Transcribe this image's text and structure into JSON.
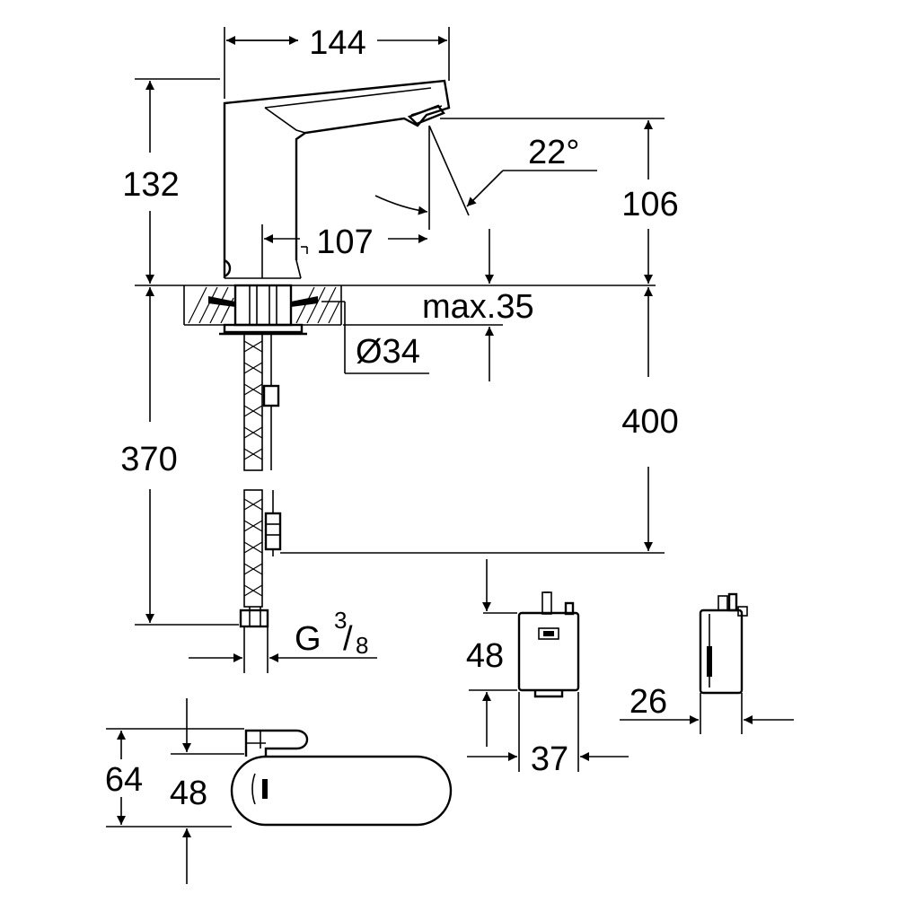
{
  "dimensions": {
    "width_144": "144",
    "height_132": "132",
    "angle_22": "22°",
    "height_106": "106",
    "reach_107": "107",
    "max_35": "max.35",
    "diameter_34": "Ø34",
    "length_400": "400",
    "length_370": "370",
    "thread_g": "G",
    "thread_fraction_num": "3",
    "thread_fraction_den": "8",
    "box_height_48": "48",
    "box_width_37": "37",
    "box_depth_26": "26",
    "top_view_64": "64",
    "top_view_48": "48"
  }
}
